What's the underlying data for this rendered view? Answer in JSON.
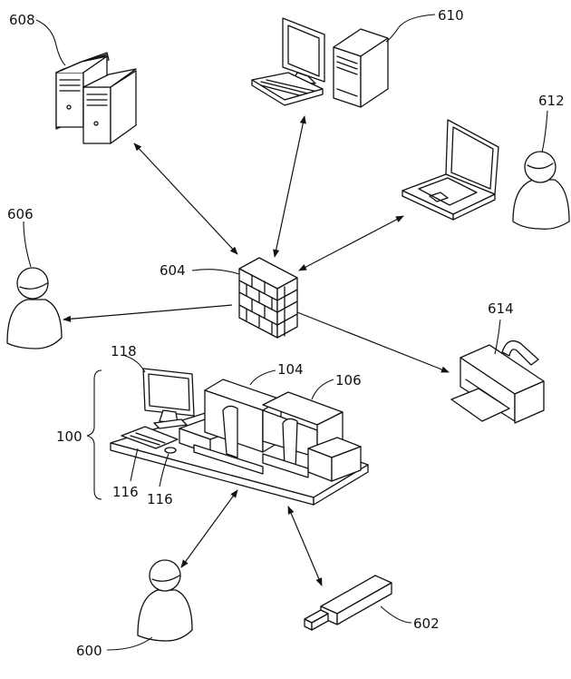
{
  "labels": {
    "server": "608",
    "desktop": "610",
    "laptop_user": "612",
    "left_user": "606",
    "firewall": "604",
    "printer": "614",
    "system": "100",
    "monitor": "118",
    "analyzer": "104",
    "module": "106",
    "keyboard_a": "116",
    "keyboard_b": "116",
    "bottom_user": "600",
    "usb_drive": "602"
  }
}
